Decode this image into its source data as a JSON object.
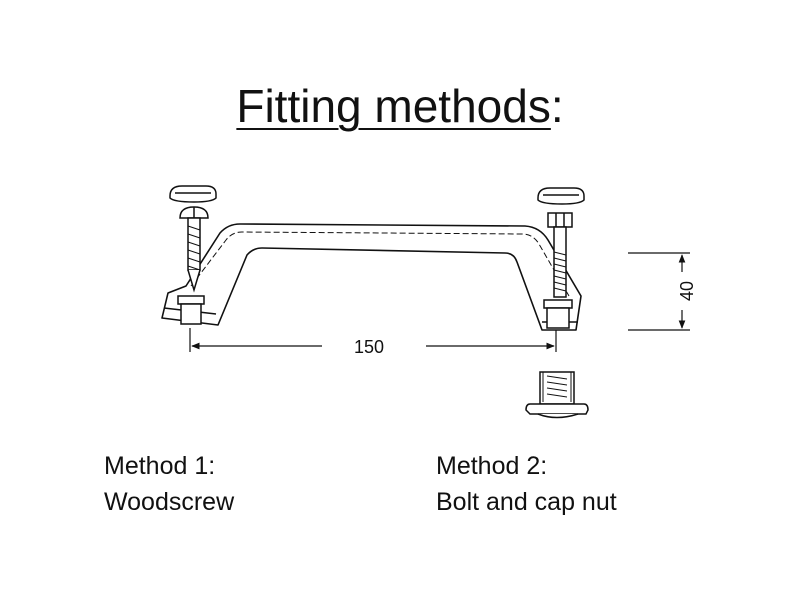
{
  "title": "Fitting methods",
  "title_suffix": ":",
  "dimensions": {
    "length": "150",
    "height": "40"
  },
  "methods": [
    {
      "label": "Method 1:",
      "description": "Woodscrew"
    },
    {
      "label": "Method 2:",
      "description": "Bolt and cap nut"
    }
  ],
  "colors": {
    "line": "#111111",
    "background": "#ffffff"
  }
}
